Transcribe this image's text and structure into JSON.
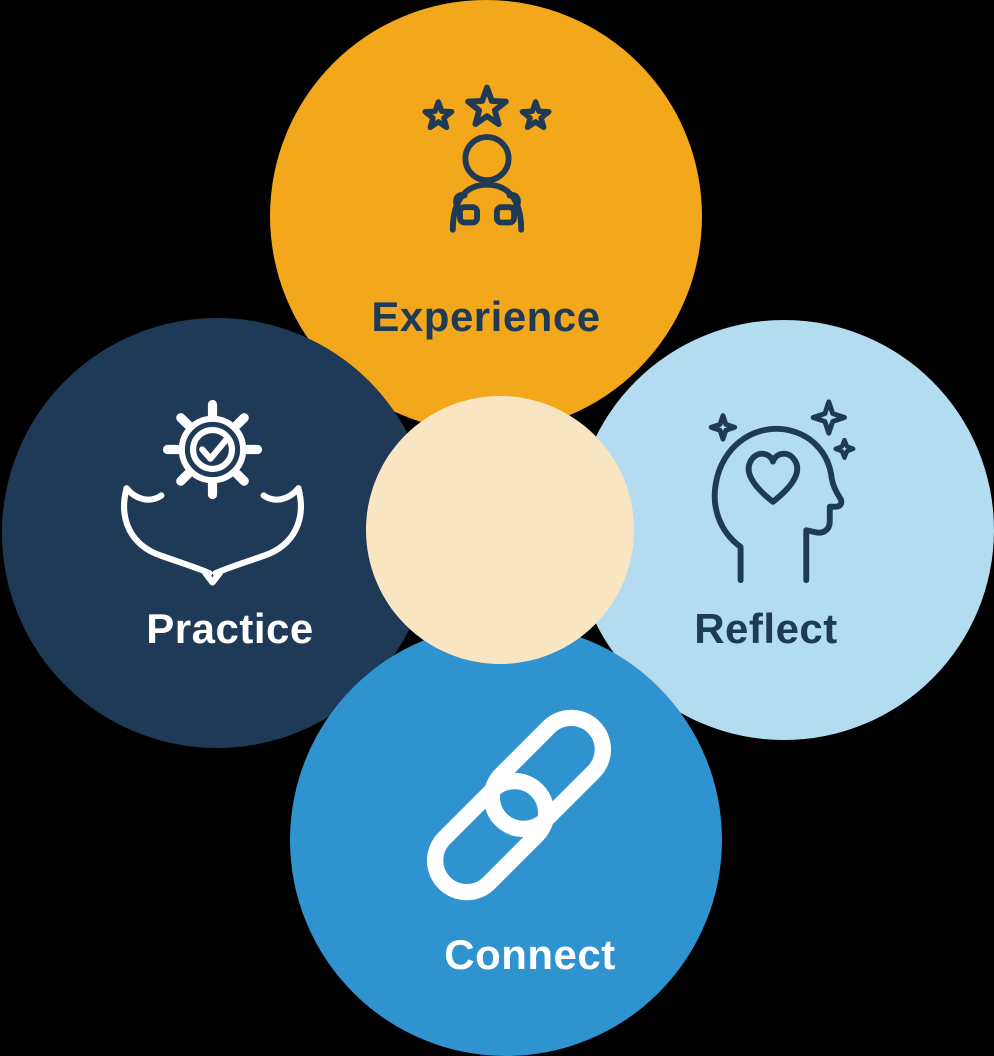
{
  "page": {
    "background_color": "#000000"
  },
  "diagram": {
    "type": "four-circle-overlap-diagram",
    "center_circle": {
      "color": "#FAE5C3",
      "label": ""
    },
    "nodes": [
      {
        "id": "experience",
        "label": "Experience",
        "position": "top",
        "circle_color": "#F3A71B",
        "label_color": "#1F3A57",
        "icon": "person-with-stars-icon",
        "icon_color": "#1F3A57"
      },
      {
        "id": "practice",
        "label": "Practice",
        "position": "left",
        "circle_color": "#1F3A57",
        "label_color": "#FFFFFF",
        "icon": "hands-holding-gear-check-icon",
        "icon_color": "#FFFFFF"
      },
      {
        "id": "reflect",
        "label": "Reflect",
        "position": "right",
        "circle_color": "#B3DCF0",
        "label_color": "#1F3A57",
        "icon": "head-with-heart-icon",
        "icon_color": "#1F3A57"
      },
      {
        "id": "connect",
        "label": "Connect",
        "position": "bottom",
        "circle_color": "#2F93D0",
        "label_color": "#FFFFFF",
        "icon": "chain-link-icon",
        "icon_color": "#FFFFFF"
      }
    ]
  }
}
